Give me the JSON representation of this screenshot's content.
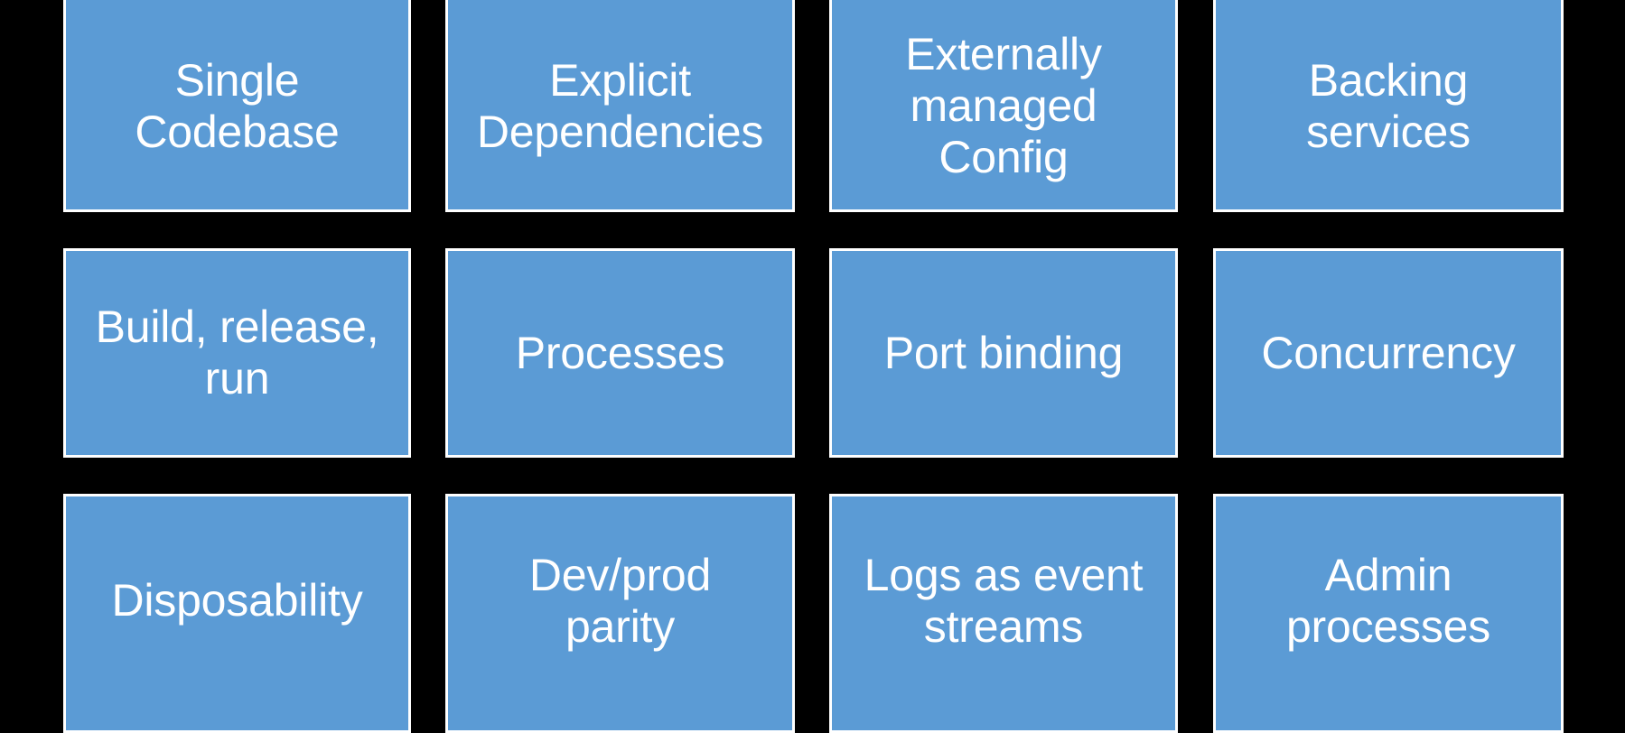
{
  "diagram": {
    "title": "Twelve-Factor App Principles Grid",
    "background_color": "#000000",
    "card_fill_color": "#5B9BD5",
    "card_border_color": "#FFFFFF",
    "card_text_color": "#FFFFFF",
    "columns": 4,
    "rows": 3,
    "cards": [
      {
        "id": "single-codebase",
        "label": "Single\nCodebase",
        "row": 1,
        "col": 1
      },
      {
        "id": "explicit-deps",
        "label": "Explicit\nDependencies",
        "row": 1,
        "col": 2
      },
      {
        "id": "externally-config",
        "label": "Externally\nmanaged\nConfig",
        "row": 1,
        "col": 3
      },
      {
        "id": "backing-services",
        "label": "Backing\nservices",
        "row": 1,
        "col": 4
      },
      {
        "id": "build-release-run",
        "label": "Build, release,\nrun",
        "row": 2,
        "col": 1
      },
      {
        "id": "processes",
        "label": "Processes",
        "row": 2,
        "col": 2
      },
      {
        "id": "port-binding",
        "label": "Port binding",
        "row": 2,
        "col": 3
      },
      {
        "id": "concurrency",
        "label": "Concurrency",
        "row": 2,
        "col": 4
      },
      {
        "id": "disposability",
        "label": "Disposability",
        "row": 3,
        "col": 1
      },
      {
        "id": "dev-prod-parity",
        "label": "Dev/prod\nparity",
        "row": 3,
        "col": 2
      },
      {
        "id": "logs-event-streams",
        "label": "Logs as event\nstreams",
        "row": 3,
        "col": 3
      },
      {
        "id": "admin-processes",
        "label": "Admin\nprocesses",
        "row": 3,
        "col": 4
      }
    ]
  }
}
